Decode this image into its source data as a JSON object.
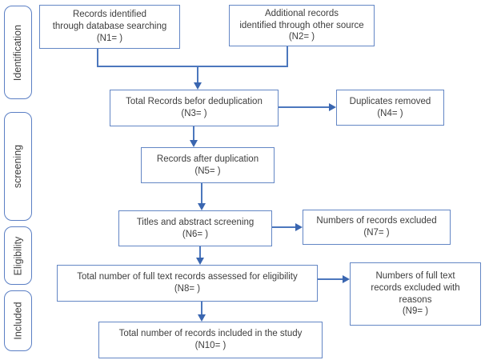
{
  "diagram": {
    "type": "prisma-flowchart",
    "colors": {
      "box_border": "#6386c5",
      "stage_border": "#5b7fc4",
      "arrow": "#4c77bd",
      "text": "#3d3d3d",
      "background": "#ffffff"
    },
    "stages": [
      {
        "label": "Identification"
      },
      {
        "label": "screening"
      },
      {
        "label": "Eligibility"
      },
      {
        "label": "Included"
      }
    ],
    "boxes": {
      "n1": {
        "text": "Records identified\nthrough database searching\n(N1= )"
      },
      "n2": {
        "text": "Additional records\nidentified through other source\n(N2= )"
      },
      "n3": {
        "text": "Total Records befor deduplication\n(N3= )"
      },
      "n4": {
        "text": "Duplicates removed\n(N4= )"
      },
      "n5": {
        "text": "Records after duplication\n(N5= )"
      },
      "n6": {
        "text": "Titles and abstract screening\n(N6= )"
      },
      "n7": {
        "text": "Numbers of records excluded\n(N7= )"
      },
      "n8": {
        "text": "Total number of full text records assessed for eligibility\n(N8= )"
      },
      "n9": {
        "text": "Numbers of full text\nrecords excluded with\nreasons\n(N9= )"
      },
      "n10": {
        "text": "Total number of records included in the study\n(N10= )"
      }
    },
    "edges": [
      {
        "from": "n1",
        "to": "n3"
      },
      {
        "from": "n2",
        "to": "n3"
      },
      {
        "from": "n3",
        "to": "n4"
      },
      {
        "from": "n3",
        "to": "n5"
      },
      {
        "from": "n5",
        "to": "n6"
      },
      {
        "from": "n6",
        "to": "n7"
      },
      {
        "from": "n6",
        "to": "n8"
      },
      {
        "from": "n8",
        "to": "n9"
      },
      {
        "from": "n8",
        "to": "n10"
      }
    ]
  }
}
